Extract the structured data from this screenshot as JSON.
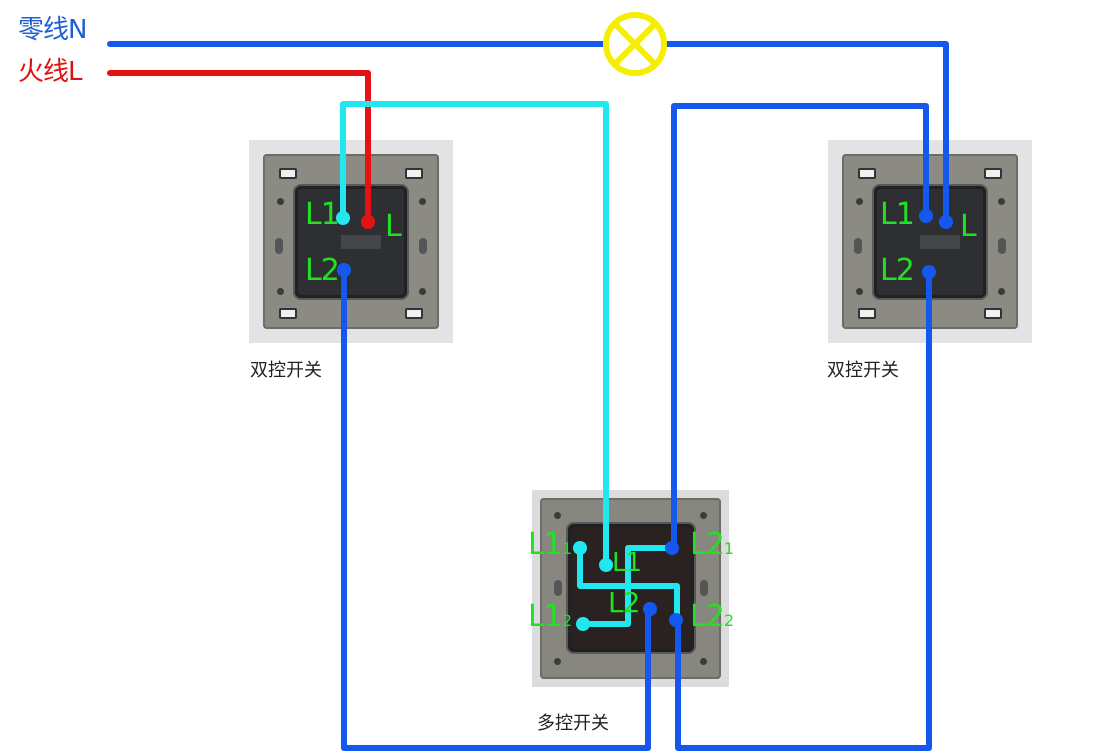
{
  "legend": {
    "neutral": {
      "label": "零线N",
      "color": "#1f5fd6"
    },
    "live": {
      "label": "火线L",
      "color": "#e01010"
    }
  },
  "lamp": {
    "name": "lamp",
    "color": "#f5ee00"
  },
  "wire_colors": {
    "neutral": "#1558ee",
    "live": "#e41212",
    "traveler_cyan": "#22e6f0",
    "traveler_blue": "#1558ee"
  },
  "switches": {
    "left": {
      "caption": "双控开关",
      "terminals": {
        "L1": "L1",
        "L": "L",
        "L2": "L2"
      }
    },
    "right": {
      "caption": "双控开关",
      "terminals": {
        "L1": "L1",
        "L": "L",
        "L2": "L2"
      }
    },
    "middle": {
      "caption": "多控开关",
      "terminals": {
        "L1_1": {
          "main": "L1",
          "sub": "1"
        },
        "L1_2": {
          "main": "L1",
          "sub": "2"
        },
        "L2_1": {
          "main": "L2",
          "sub": "1"
        },
        "L2_2": {
          "main": "L2",
          "sub": "2"
        },
        "L1": "L1",
        "L2": "L2"
      }
    }
  },
  "terminal_label_color": "#22e022"
}
